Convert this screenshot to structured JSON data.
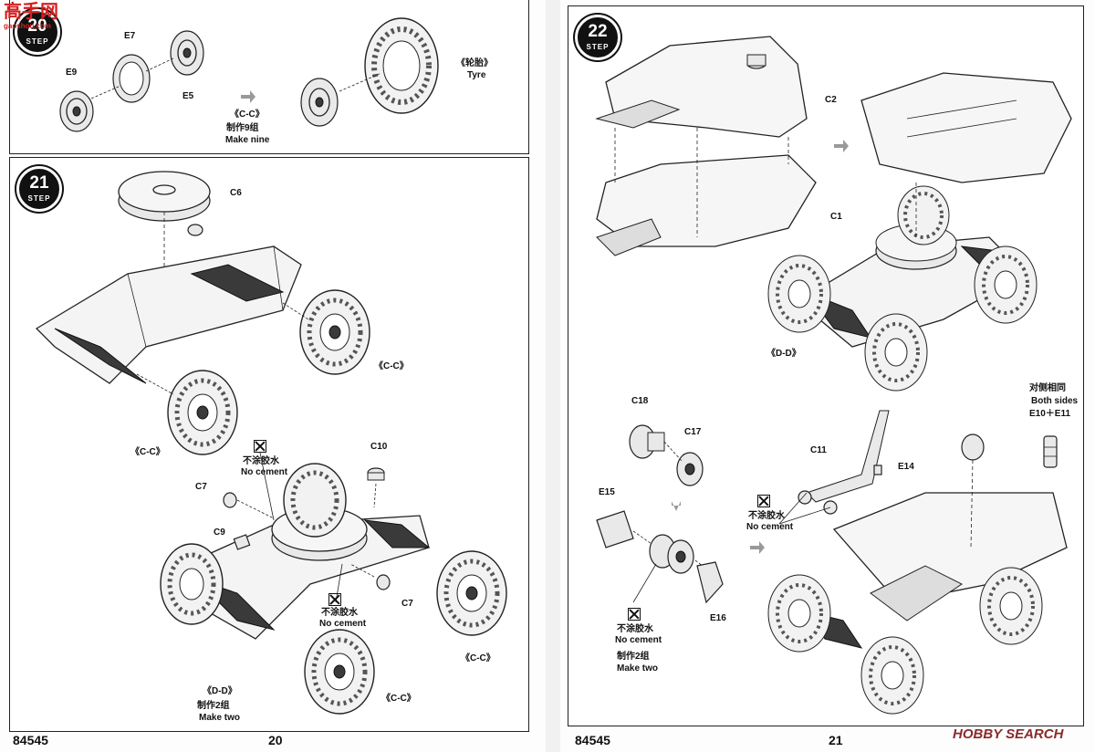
{
  "left_page": {
    "page_number": "20",
    "catalog_no": "84545",
    "step20": {
      "step_no": "20",
      "step_word": "STEP",
      "parts": {
        "e9": "E9",
        "e7": "E7",
        "e5": "E5"
      },
      "tyre_cn": "《轮胎》",
      "tyre_en": "Tyre",
      "wheel_ref": "《C-C》",
      "make_cn": "制作9组",
      "make_en": "Make nine"
    },
    "step21": {
      "step_no": "21",
      "step_word": "STEP",
      "part_c6": "C6",
      "ref_cc_1": "《C-C》",
      "ref_cc_2": "《C-C》",
      "ref_cc_3": "《C-C》",
      "ref_cc_4": "《C-C》",
      "ref_dd": "《D-D》",
      "part_c10": "C10",
      "part_c7a": "C7",
      "part_c7b": "C7",
      "part_c9": "C9",
      "nocement_cn_1": "不涂胶水",
      "nocement_en_1": "No cement",
      "nocement_cn_2": "不涂胶水",
      "nocement_en_2": "No cement",
      "make_cn": "制作2组",
      "make_en": "Make two"
    }
  },
  "right_page": {
    "page_number": "21",
    "catalog_no": "84545",
    "step22": {
      "step_no": "22",
      "step_word": "STEP",
      "part_c2": "C2",
      "part_c1": "C1",
      "ref_dd": "《D-D》",
      "part_c18": "C18",
      "part_c17": "C17",
      "part_e15": "E15",
      "part_e16": "E16",
      "part_c11": "C11",
      "part_e14": "E14",
      "both_cn": "对侧相同",
      "both_en": "Both sides",
      "both_parts": "E10＋E11",
      "nocement_cn_1": "不涂胶水",
      "nocement_en_1": "No cement",
      "nocement_cn_2": "不涂胶水",
      "nocement_en_2": "No cement",
      "make_cn": "制作2组",
      "make_en": "Make two"
    }
  },
  "watermark_topleft": {
    "cn": "高手网",
    "url": "gaoshou.com"
  },
  "watermark_bottomright": {
    "brand": "HOBBY SEARCH"
  }
}
